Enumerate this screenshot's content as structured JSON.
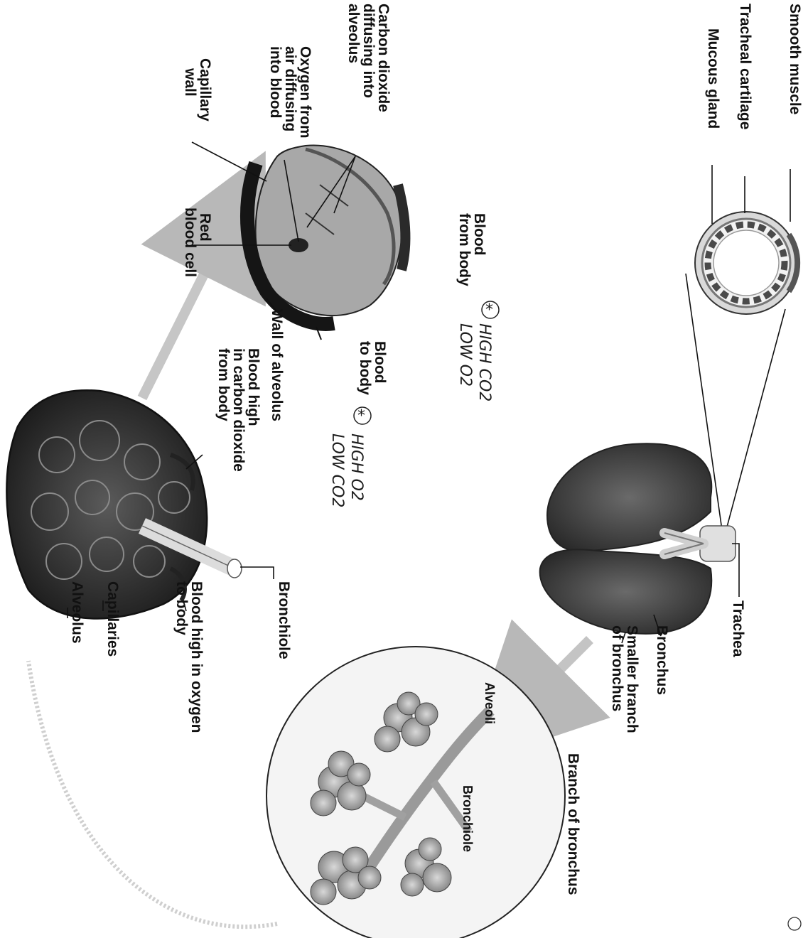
{
  "labels": {
    "smooth_muscle": "Smooth muscle",
    "tracheal_cartilage": "Tracheal cartilage",
    "mucous_gland": "Mucous gland",
    "co2_diffusing": [
      "Carbon dioxide",
      "diffusing into",
      "alveolus"
    ],
    "o2_diffusing": [
      "Oxygen from",
      "air diffusing",
      "into blood"
    ],
    "capillary_wall": [
      "Capillary",
      "wall"
    ],
    "red_blood_cell": [
      "Red",
      "blood cell"
    ],
    "blood_from_body": [
      "Blood",
      "from body"
    ],
    "wall_of_alveolus": "Wall of alveolus",
    "blood_to_body": [
      "Blood",
      "to body"
    ],
    "blood_high_co2": [
      "Blood high",
      "in carbon dioxide",
      "from body"
    ],
    "bronchiole_main": "Bronchiole",
    "blood_high_o2": [
      "Blood high in oxygen",
      "to body"
    ],
    "capillaries": "Capillaries",
    "alveolus": "Alveolus",
    "trachea": "Trachea",
    "bronchus": "Bronchus",
    "smaller_branch": [
      "Smaller branch",
      "of bronchus"
    ],
    "branch_of_bronchus": "Branch of bronchus",
    "alveoli": "Alveoli",
    "bronchiole_inset": "Bronchiole"
  },
  "handwritten": {
    "note1_line1": "HIGH CO2",
    "note1_line2": "LOW O2",
    "note2_line1": "HIGH O2",
    "note2_line2": "LOW CO2"
  },
  "colors": {
    "ink": "#111111",
    "tissue_dark": "#3a3a3a",
    "tissue_mid": "#7a7a7a",
    "tissue_light": "#c8c8c8",
    "arrow_gray": "#bdbdbd"
  }
}
